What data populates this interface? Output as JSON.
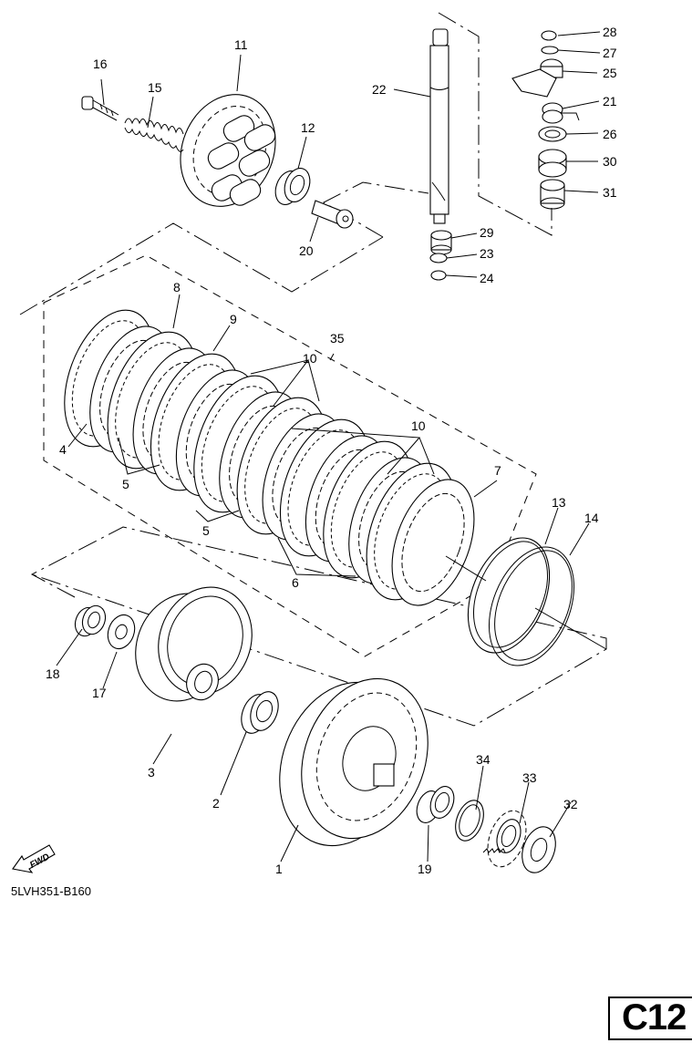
{
  "diagram": {
    "title": "Clutch assembly exploded parts diagram",
    "drawing_code": "5LVH351-B160",
    "page_label": "C12",
    "direction_icon": {
      "name": "fwd-arrow-icon",
      "text": "FWD"
    },
    "callouts": [
      {
        "id": "1",
        "label": "1"
      },
      {
        "id": "2",
        "label": "2"
      },
      {
        "id": "3",
        "label": "3"
      },
      {
        "id": "4",
        "label": "4"
      },
      {
        "id": "5a",
        "label": "5"
      },
      {
        "id": "5b",
        "label": "5"
      },
      {
        "id": "6",
        "label": "6"
      },
      {
        "id": "7",
        "label": "7"
      },
      {
        "id": "8",
        "label": "8"
      },
      {
        "id": "9",
        "label": "9"
      },
      {
        "id": "10a",
        "label": "10"
      },
      {
        "id": "10b",
        "label": "10"
      },
      {
        "id": "11",
        "label": "11"
      },
      {
        "id": "12",
        "label": "12"
      },
      {
        "id": "13",
        "label": "13"
      },
      {
        "id": "14",
        "label": "14"
      },
      {
        "id": "15",
        "label": "15"
      },
      {
        "id": "16",
        "label": "16"
      },
      {
        "id": "17",
        "label": "17"
      },
      {
        "id": "18",
        "label": "18"
      },
      {
        "id": "19",
        "label": "19"
      },
      {
        "id": "20",
        "label": "20"
      },
      {
        "id": "21",
        "label": "21"
      },
      {
        "id": "22",
        "label": "22"
      },
      {
        "id": "23",
        "label": "23"
      },
      {
        "id": "24",
        "label": "24"
      },
      {
        "id": "25",
        "label": "25"
      },
      {
        "id": "26",
        "label": "26"
      },
      {
        "id": "27",
        "label": "27"
      },
      {
        "id": "28",
        "label": "28"
      },
      {
        "id": "29",
        "label": "29"
      },
      {
        "id": "30",
        "label": "30"
      },
      {
        "id": "31",
        "label": "31"
      },
      {
        "id": "32",
        "label": "32"
      },
      {
        "id": "33",
        "label": "33"
      },
      {
        "id": "34",
        "label": "34"
      },
      {
        "id": "35",
        "label": "35"
      }
    ]
  }
}
